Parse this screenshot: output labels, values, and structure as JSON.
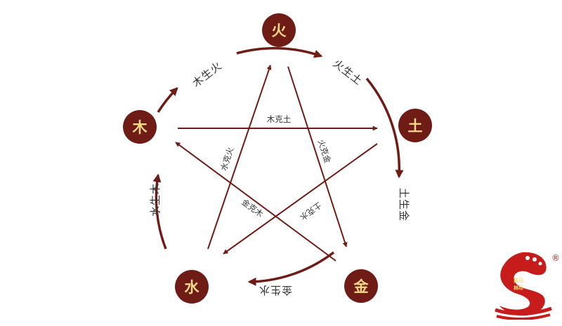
{
  "elements": {
    "fire": "火",
    "earth": "土",
    "metal": "金",
    "water": "水",
    "wood": "木"
  },
  "generating": {
    "wood_fire": "木生火",
    "fire_earth": "火生土",
    "earth_metal": "土生金",
    "metal_water": "金生水",
    "water_wood": "水生木"
  },
  "overcoming": {
    "wood_earth": "木克土",
    "fire_metal": "火克金",
    "earth_water": "土克水",
    "metal_wood": "金克木",
    "water_fire": "水克火"
  },
  "logo": {
    "line1": "星马",
    "line2": "林印",
    "registered": "®"
  },
  "colors": {
    "primary": "#6f1c17",
    "node_text": "#f6d98c",
    "logo_red": "#c61c1c"
  }
}
